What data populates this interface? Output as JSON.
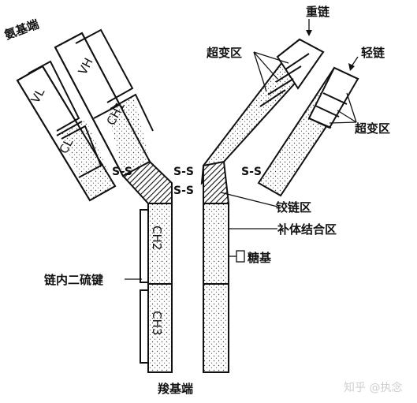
{
  "labels": {
    "amino_end": "氨基端",
    "heavy_chain": "重链",
    "light_chain": "轻链",
    "hypervariable_heavy": "超变区",
    "hypervariable_light": "超变区",
    "hinge": "铰链区",
    "complement_site": "补体结合区",
    "sugar": "糖基",
    "intrachain_disulfide": "链内二硫键",
    "carboxyl_end": "羧基端",
    "ss_left_upper": "S-S",
    "ss_right_upper": "S-S",
    "ss_center_upper": "S-S",
    "ss_center_lower": "S-S",
    "domain_vh": "VH",
    "domain_vl": "VL",
    "domain_ch1": "CH1",
    "domain_cl": "CL",
    "domain_ch2": "CH2",
    "domain_ch3": "CH3",
    "watermark": "知乎 @执念"
  },
  "colors": {
    "ink": "#111111",
    "background": "#ffffff",
    "watermark": "#cfcfcf"
  }
}
